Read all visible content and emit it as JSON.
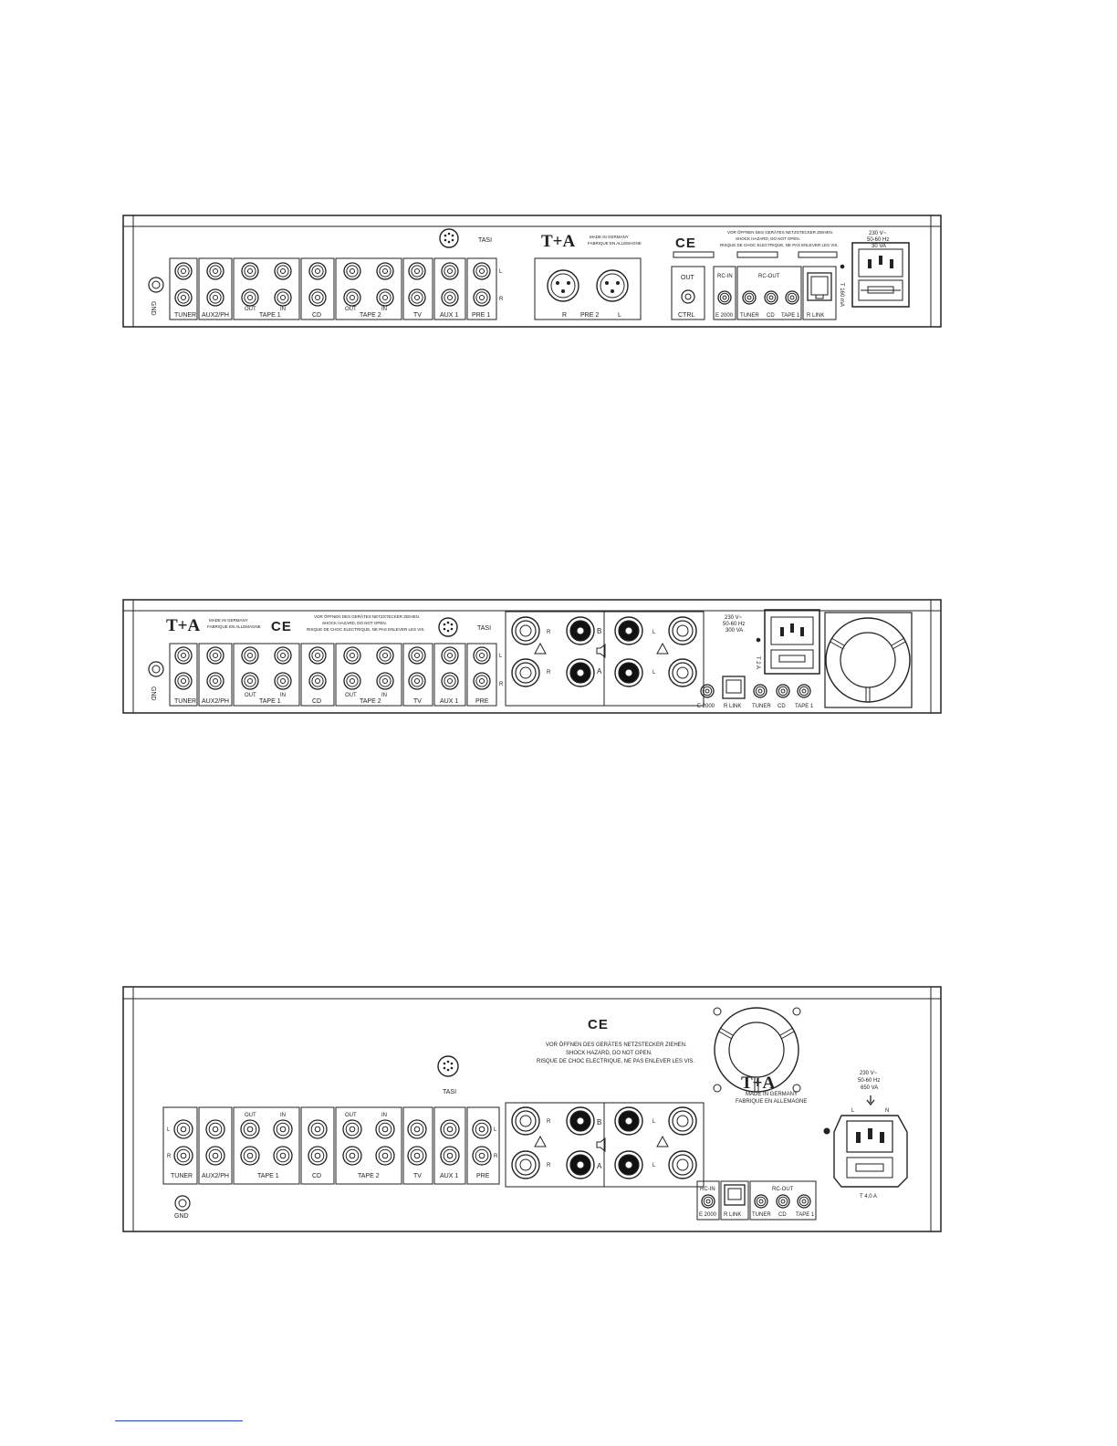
{
  "common": {
    "brand": "T+A",
    "made_in": [
      "MADE IN GERMANY",
      "FABRIQUE EN ALLEMAGNE"
    ],
    "warning": [
      "VOR ÖFFNEN DES GERÄTES NETZSTECKER ZIEHEN.",
      "SHOCK HAZARD, DO NOT OPEN.",
      "RISQUE DE CHOC ELECTRIQUE, NE PAS ENLEVER LES VIS."
    ],
    "ce_mark": "CE",
    "gnd": "GND",
    "tasi": "TASI",
    "out": "OUT",
    "in": "IN",
    "ch_l": "L",
    "ch_r": "R"
  },
  "panel1": {
    "inputs": [
      "TUNER",
      "AUX2/PH",
      "TAPE 1",
      "CD",
      "TAPE 2",
      "TV",
      "AUX 1",
      "PRE 1"
    ],
    "pre2_label": "PRE 2",
    "ctrl_out": "OUT",
    "ctrl_label": "CTRL",
    "rc_in": "RC-IN",
    "rc_out": "RC-OUT",
    "rc_items": [
      "E 2000",
      "TUNER",
      "CD",
      "TAPE 1"
    ],
    "rlink": "R LINK",
    "fuse": "T 160 mA",
    "power": [
      "230 V~",
      "50-60 Hz",
      "30 VA"
    ]
  },
  "panel2": {
    "inputs": [
      "TUNER",
      "AUX2/PH",
      "TAPE 1",
      "CD",
      "TAPE 2",
      "TV",
      "AUX 1",
      "PRE"
    ],
    "spk_a": "A",
    "spk_b": "B",
    "rc_items": [
      "E 2000",
      "R LINK",
      "TUNER",
      "CD",
      "TAPE 1"
    ],
    "fuse": "T 2 A",
    "power": [
      "230 V~",
      "50-60 Hz",
      "300 VA"
    ]
  },
  "panel3": {
    "inputs": [
      "TUNER",
      "AUX2/PH",
      "TAPE 1",
      "CD",
      "TAPE 2",
      "TV",
      "AUX 1",
      "PRE"
    ],
    "spk_a": "A",
    "spk_b": "B",
    "rc_in": "RC-IN",
    "rc_out": "RC-OUT",
    "rc_items": [
      "E 2000",
      "R LINK",
      "TUNER",
      "CD",
      "TAPE 1"
    ],
    "fuse": "T 4,0 A",
    "power": [
      "230 V~",
      "50-60 Hz",
      "650 VA"
    ],
    "mains_l": "L",
    "mains_n": "N"
  }
}
